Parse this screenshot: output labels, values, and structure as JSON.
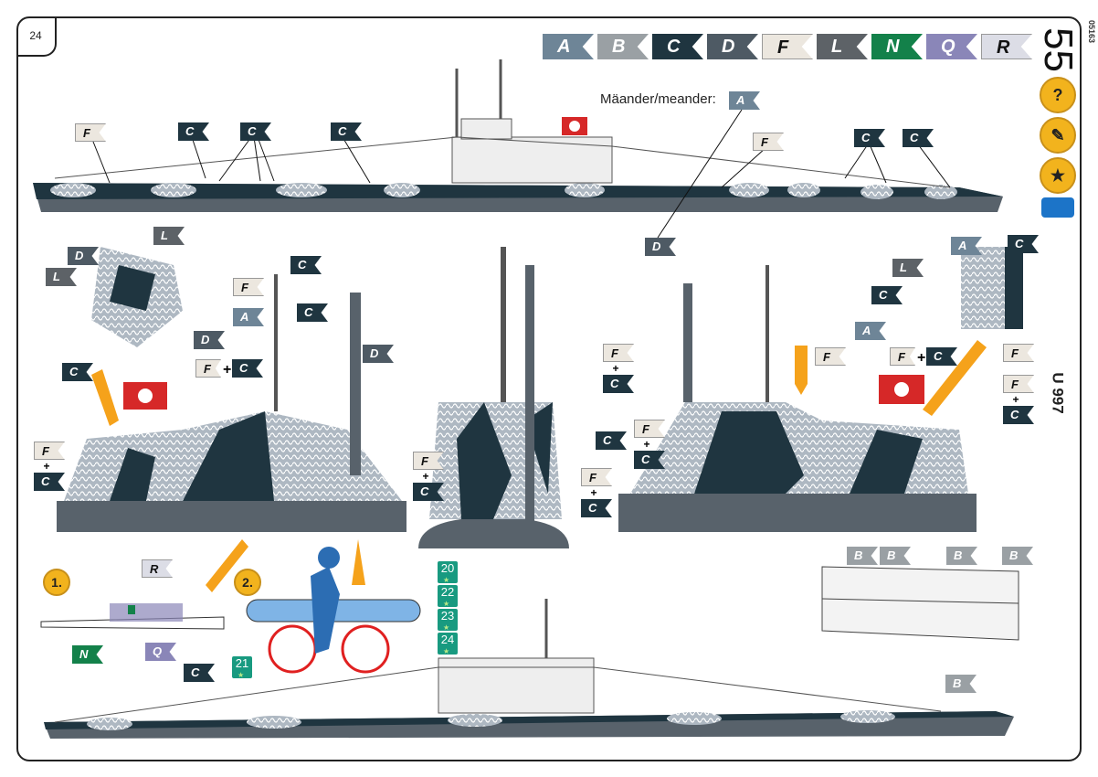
{
  "page_number": "24",
  "catalog_code": "05163",
  "step_number": "55",
  "model_name": "U 997",
  "meander_label": "Mäander/meander:",
  "colors": {
    "A": "#6e8597",
    "B": "#9aa0a4",
    "C": "#1f3540",
    "D": "#4e5a64",
    "F": "#ece7df",
    "L": "#5d6267",
    "N": "#13814a",
    "Q": "#8a86b8",
    "R": "#dcdde6"
  },
  "legend": [
    "A",
    "B",
    "C",
    "D",
    "F",
    "L",
    "N",
    "Q",
    "R"
  ],
  "plus": "+",
  "sub_steps": [
    "1.",
    "2."
  ],
  "decals": [
    "20",
    "22",
    "23",
    "24",
    "21"
  ],
  "icons": [
    "help-icon",
    "brush-paint-icon",
    "decal-icon",
    "glue-icon"
  ]
}
